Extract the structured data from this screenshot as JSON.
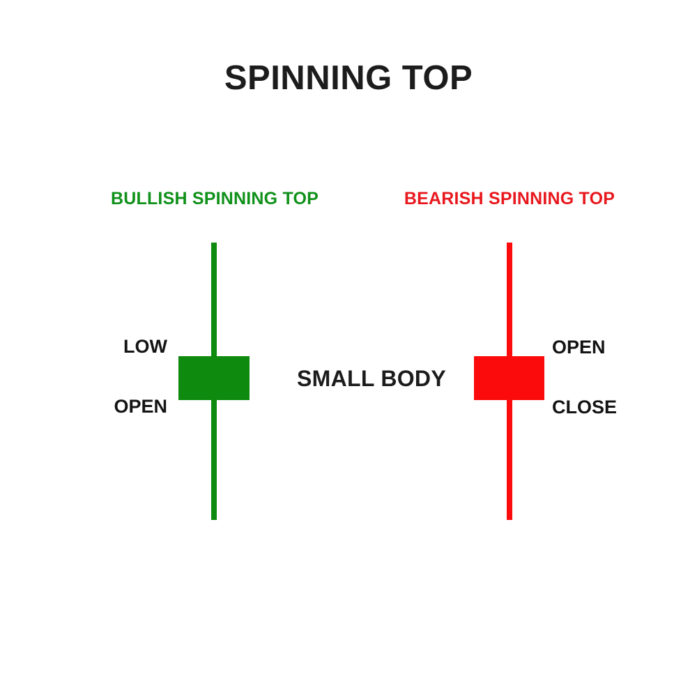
{
  "title": "SPINNING TOP",
  "annotation": {
    "small_body": "SMALL BODY"
  },
  "colors": {
    "bullish": "#0e8a0e",
    "bullish_text": "#10911a",
    "bearish": "#fb0b0b",
    "bearish_text": "#e8191e",
    "text": "#1c1c1c",
    "background": "#ffffff"
  },
  "panels": [
    {
      "subtitle": "BULLISH SPINNING TOP",
      "color": "#0e8a0e",
      "labels": {
        "upper": "LOW",
        "lower": "OPEN"
      }
    },
    {
      "subtitle": "BEARISH SPINNING TOP",
      "color": "#fb0b0b",
      "labels": {
        "upper": "OPEN",
        "lower": "CLOSE"
      }
    }
  ],
  "chart_data": {
    "type": "candlestick",
    "title": "SPINNING TOP",
    "xlabel": "",
    "ylabel": "",
    "grid": false,
    "legend": "none",
    "annotations": [
      "SMALL BODY"
    ],
    "candles": [
      {
        "name": "BULLISH SPINNING TOP",
        "direction": "bullish",
        "color": "#0e8a0e",
        "body_top_label": "LOW",
        "body_bottom_label": "OPEN",
        "label_side": "left",
        "upper_wick_length": 163,
        "body_height": 63,
        "lower_wick_length": 172,
        "body_width": 102,
        "wick_width": 8
      },
      {
        "name": "BEARISH SPINNING TOP",
        "direction": "bearish",
        "color": "#fb0b0b",
        "body_top_label": "OPEN",
        "body_bottom_label": "CLOSE",
        "label_side": "right",
        "upper_wick_length": 163,
        "body_height": 63,
        "lower_wick_length": 172,
        "body_width": 101,
        "wick_width": 8
      }
    ]
  }
}
